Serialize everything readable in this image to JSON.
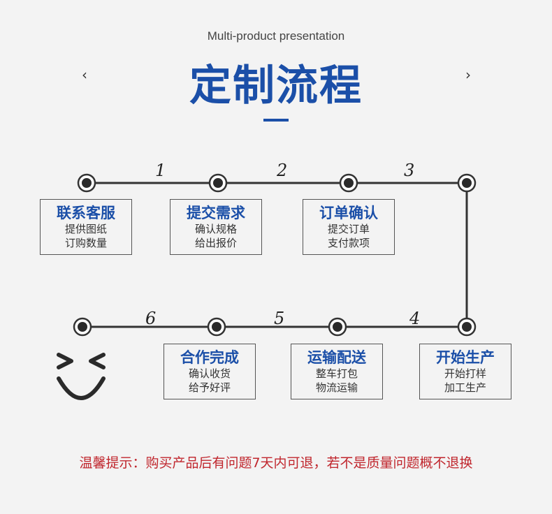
{
  "header": {
    "subtitle": "Multi-product presentation",
    "title": "定制流程",
    "prev_icon": "chevron-left-icon",
    "next_icon": "chevron-right-icon"
  },
  "steps": [
    {
      "number": "1",
      "title": "联系客服",
      "lines": [
        "提供图纸",
        "订购数量"
      ]
    },
    {
      "number": "2",
      "title": "提交需求",
      "lines": [
        "确认规格",
        "给出报价"
      ]
    },
    {
      "number": "3",
      "title": "订单确认",
      "lines": [
        "提交订单",
        "支付款项"
      ]
    },
    {
      "number": "4",
      "title": "开始生产",
      "lines": [
        "开始打样",
        "加工生产"
      ]
    },
    {
      "number": "5",
      "title": "运输配送",
      "lines": [
        "整车打包",
        "物流运输"
      ]
    },
    {
      "number": "6",
      "title": "合作完成",
      "lines": [
        "确认收货",
        "给予好评"
      ]
    }
  ],
  "decor": {
    "smiley_icon": "laughing-face-icon"
  },
  "notice": "温馨提示：购买产品后有问题7天内可退，若不是质量问题概不退换",
  "colors": {
    "accent": "#1b4fa8",
    "notice": "#c0262d",
    "line": "#333333",
    "background": "#f3f3f3"
  }
}
